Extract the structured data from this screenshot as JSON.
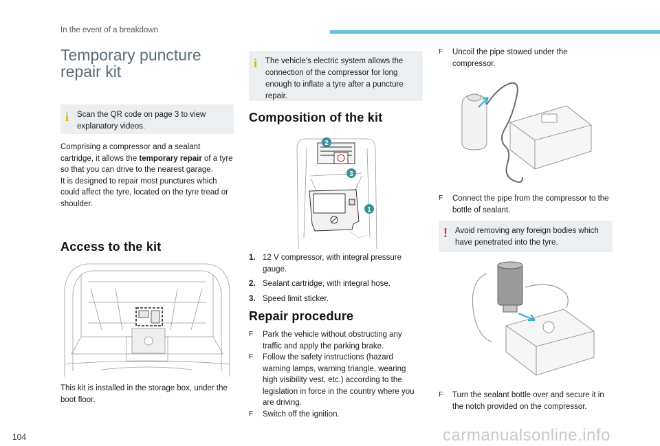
{
  "header": {
    "section": "In the event of a breakdown",
    "accent_color": "#5bc4dc"
  },
  "title": {
    "line1": "Temporary puncture",
    "line2": "repair kit"
  },
  "note_qr": {
    "icon": "info-icon",
    "text": "Scan the QR code on page 3 to view explanatory videos."
  },
  "intro": {
    "line1_pre": "Comprising a compressor and a sealant cartridge, it allows the ",
    "line1_bold": "temporary repair",
    "line1_post": " of a tyre so that you can drive to the nearest garage.",
    "line2": "It is designed to repair most punctures which could affect the tyre, located on the tyre tread or shoulder."
  },
  "access": {
    "heading": "Access to the kit",
    "caption": "This kit is installed in the storage box, under the boot floor."
  },
  "note_electric": {
    "icon": "info-icon",
    "text": "The vehicle's electric system allows the connection of the compressor for long enough to inflate a tyre after a puncture repair."
  },
  "composition": {
    "heading": "Composition of the kit",
    "callouts": [
      "2",
      "3",
      "1"
    ],
    "items": [
      {
        "num": "1.",
        "text": "12 V compressor, with integral pressure gauge."
      },
      {
        "num": "2.",
        "text": "Sealant cartridge, with integral hose."
      },
      {
        "num": "3.",
        "text": "Speed limit sticker."
      }
    ]
  },
  "repair": {
    "heading": "Repair procedure",
    "steps": [
      {
        "marker": "F",
        "text": "Park the vehicle without obstructing any traffic and apply the parking brake."
      },
      {
        "marker": "F",
        "text": "Follow the safety instructions (hazard warning lamps, warning triangle, wearing high visibility vest, etc.) according to the legislation in force in the country where you are driving."
      },
      {
        "marker": "F",
        "text": "Switch off the ignition."
      }
    ]
  },
  "right": {
    "step_uncoil": {
      "marker": "F",
      "text": "Uncoil the pipe stowed under the compressor."
    },
    "step_connect": {
      "marker": "F",
      "text": "Connect the pipe from the compressor to the bottle of sealant."
    },
    "warning": {
      "icon": "warning-icon",
      "text": "Avoid removing any foreign bodies which have penetrated into the tyre."
    },
    "step_turn": {
      "marker": "F",
      "text": "Turn the sealant bottle over and secure it in the notch provided on the compressor."
    }
  },
  "footer": {
    "page_number": "104",
    "watermark": "carmanualsonline.info"
  }
}
